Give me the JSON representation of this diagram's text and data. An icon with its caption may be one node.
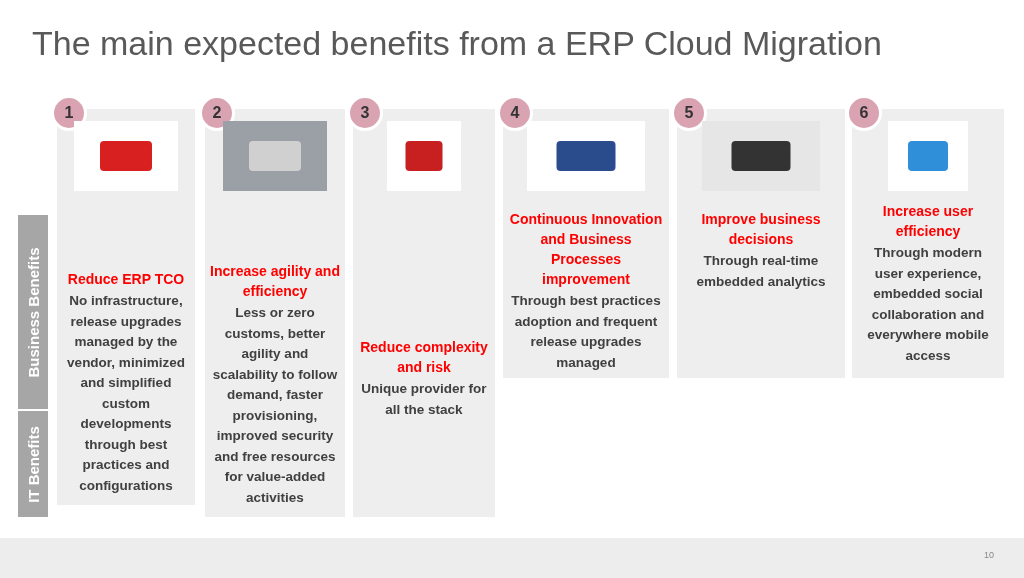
{
  "diagram": {
    "title": "The main expected benefits from a ERP Cloud Migration",
    "nodes": [
      {
        "text": [
          "1",
          "Reduce ERP TCO",
          "No infrastructure, release upgrades managed by the vendor, minimized and simplified custom developments through best practices and configurations"
        ]
      },
      {
        "text": [
          "2",
          "Increase agility and efficiency",
          "Less or zero customs, better agility and scalability to follow demand, faster provisioning, improved security and free resources for value-added activities"
        ]
      },
      {
        "text": [
          "3",
          "Reduce complexity and risk",
          "Unique provider for all the stack"
        ]
      },
      {
        "text": [
          "4",
          "Continuous Innovation and Business Processes improvement",
          "Through best practices adoption and frequent release upgrades managed"
        ]
      },
      {
        "text": [
          "5",
          "Improve business decisions",
          "Through real-time embedded analytics"
        ]
      },
      {
        "text": [
          "6",
          "Increase user efficiency",
          "Through modern user experience, embedded social collaboration and everywhere mobile access"
        ]
      },
      {
        "text": [
          "Business Benefits"
        ]
      },
      {
        "text": [
          "IT Benefits"
        ]
      }
    ],
    "edges": [],
    "labels": [
      "10"
    ]
  }
}
